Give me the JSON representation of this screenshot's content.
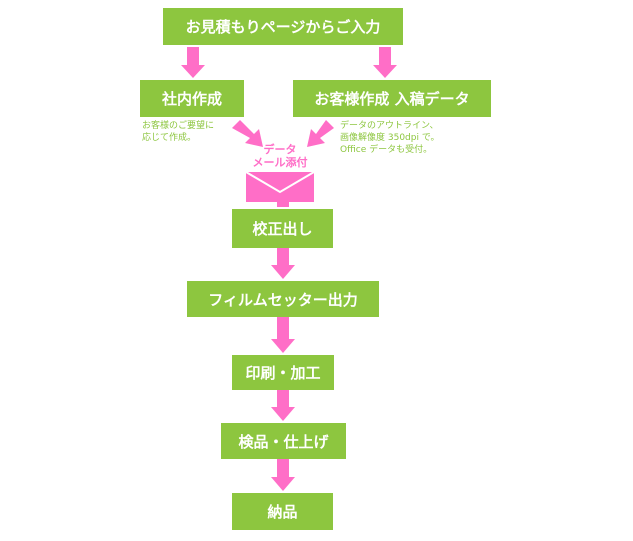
{
  "flow": {
    "top": "お見積もりページからご入力",
    "internal": "社内作成",
    "customer": "お客様作成 入稿データ",
    "internal_note": [
      "お客様のご要望に",
      "応じて作成。"
    ],
    "customer_note": [
      "データのアウトライン、",
      "画像解像度 350dpi で。",
      "Office データも受付。"
    ],
    "mail_label": [
      "データ",
      "メール添付"
    ],
    "mail_icon": "envelope-icon",
    "steps": [
      "校正出し",
      "フィルムセッター出力",
      "印刷・加工",
      "検品・仕上げ",
      "納品"
    ]
  },
  "colors": {
    "box": "#8dc63f",
    "arrow": "#ff6ec7",
    "note": "#8dc63f"
  }
}
